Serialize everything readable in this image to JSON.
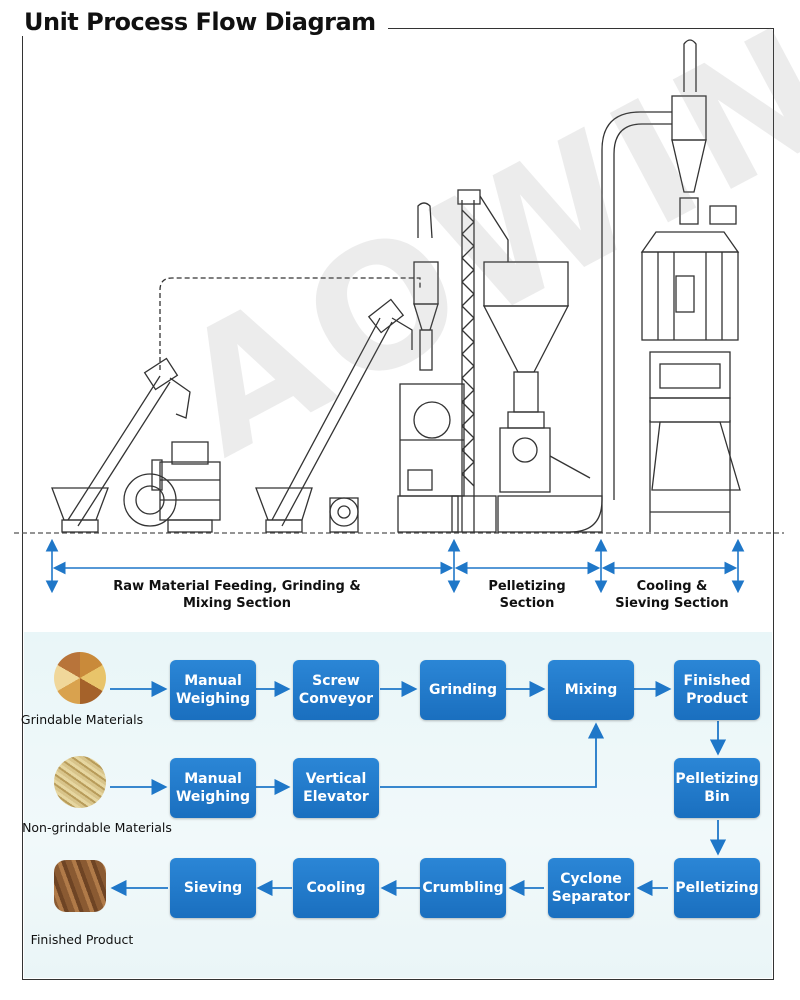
{
  "title": "Unit Process Flow Diagram",
  "sections": {
    "raw": "Raw Material Feeding, Grinding & Mixing Section",
    "pellet": "Pelletizing Section",
    "cooling": "Cooling & Sieving Section"
  },
  "materials": {
    "grindable": "Grindable Materials",
    "nongrindable": "Non-grindable Materials",
    "finished": "Finished Product"
  },
  "steps": {
    "manual_weighing_1": "Manual Weighing",
    "screw_conveyor": "Screw Conveyor",
    "grinding": "Grinding",
    "mixing": "Mixing",
    "finished_product": "Finished Product",
    "manual_weighing_2": "Manual Weighing",
    "vertical_elevator": "Vertical Elevator",
    "pelletizing_bin": "Pelletizing Bin",
    "pelletizing": "Pelletizing",
    "cyclone_separator": "Cyclone Separator",
    "crumbling": "Crumbling",
    "cooling": "Cooling",
    "sieving": "Sieving"
  },
  "watermark": "AOWIN",
  "colors": {
    "box": "#1f77c8",
    "arrow": "#1f77c8",
    "background": "#eaf6f8"
  }
}
